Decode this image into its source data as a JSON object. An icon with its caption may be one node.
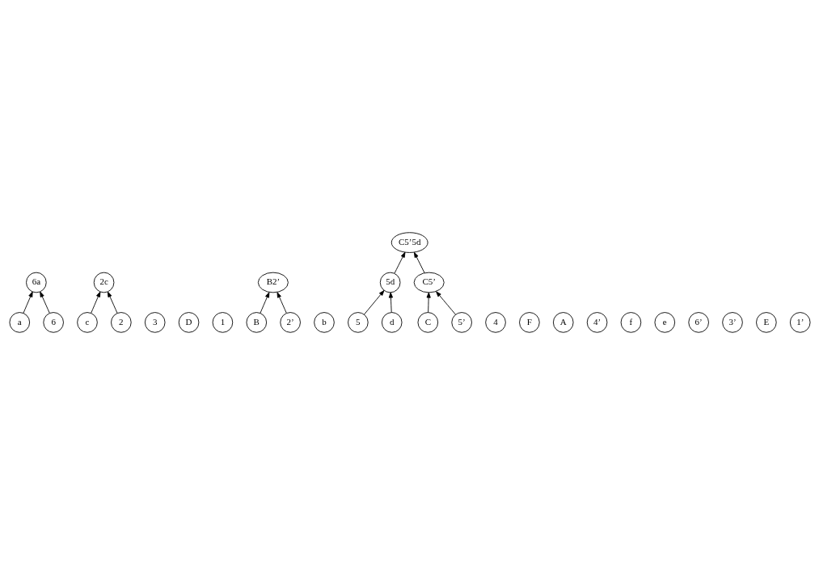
{
  "diagram": {
    "nodes": [
      {
        "text": [
          "a"
        ]
      },
      {
        "text": [
          "c"
        ]
      },
      {
        "text": [
          "3"
        ]
      },
      {
        "text": [
          "D"
        ]
      },
      {
        "text": [
          "1"
        ]
      },
      {
        "text": [
          "B2’"
        ]
      },
      {
        "text": [
          "b"
        ]
      },
      {
        "text": [
          "6a"
        ]
      },
      {
        "text": [
          "5"
        ]
      },
      {
        "text": [
          "4"
        ]
      },
      {
        "text": [
          "2c"
        ]
      },
      {
        "text": [
          "B"
        ]
      },
      {
        "text": [
          "F"
        ]
      },
      {
        "text": [
          "6"
        ]
      },
      {
        "text": [
          "C5’5d"
        ]
      },
      {
        "text": [
          "2"
        ]
      },
      {
        "text": [
          "5d"
        ]
      },
      {
        "text": [
          "2’"
        ]
      },
      {
        "text": [
          "A"
        ]
      },
      {
        "text": [
          "4’"
        ]
      },
      {
        "text": [
          "C5’"
        ]
      },
      {
        "text": [
          "f"
        ]
      },
      {
        "text": [
          "e"
        ]
      },
      {
        "text": [
          "d"
        ]
      },
      {
        "text": [
          "C"
        ]
      },
      {
        "text": [
          "6’"
        ]
      },
      {
        "text": [
          "3’"
        ]
      },
      {
        "text": [
          "E"
        ]
      },
      {
        "text": [
          "5’"
        ]
      },
      {
        "text": [
          "1’"
        ]
      }
    ],
    "edges": [
      {
        "from": 0,
        "to": 7,
        "arrow": "to"
      },
      {
        "from": 1,
        "to": 10,
        "arrow": "to"
      },
      {
        "from": 15,
        "to": 10,
        "arrow": "to"
      },
      {
        "from": 13,
        "to": 7,
        "arrow": "to"
      },
      {
        "from": 16,
        "to": 14,
        "arrow": "to"
      },
      {
        "from": 8,
        "to": 16,
        "arrow": "to"
      },
      {
        "from": 23,
        "to": 16,
        "arrow": "to"
      },
      {
        "from": 20,
        "to": 14,
        "arrow": "to"
      },
      {
        "from": 24,
        "to": 20,
        "arrow": "to"
      },
      {
        "from": 28,
        "to": 20,
        "arrow": "to"
      },
      {
        "from": 11,
        "to": 5,
        "arrow": "to"
      },
      {
        "from": 17,
        "to": 5,
        "arrow": "to"
      }
    ]
  }
}
